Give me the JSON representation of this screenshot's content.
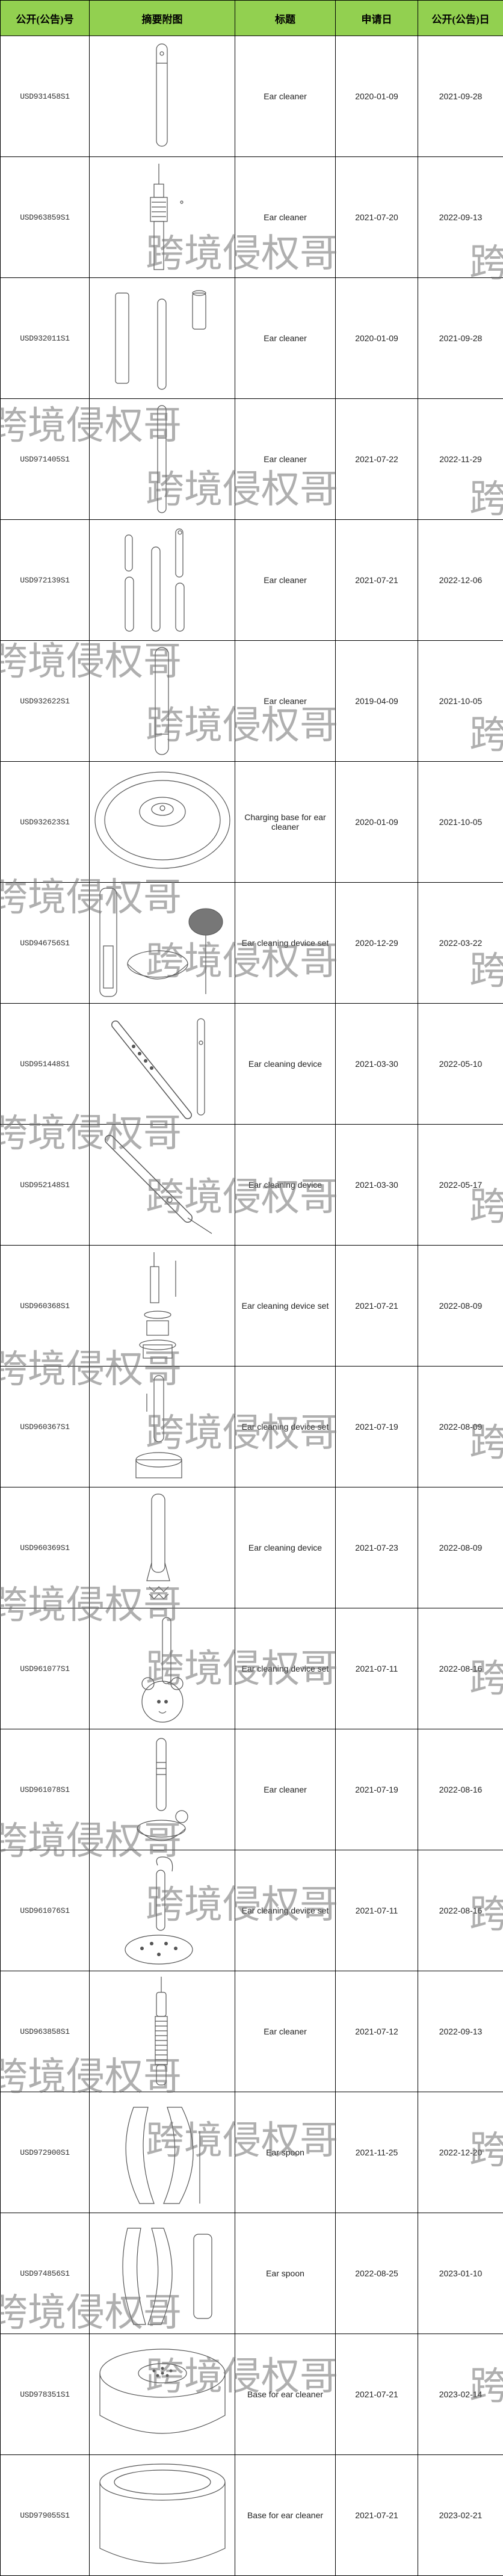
{
  "headers": [
    "公开(公告)号",
    "摘要附图",
    "标题",
    "申请日",
    "公开(公告)日"
  ],
  "watermark": "跨境侵权哥",
  "rows": [
    {
      "pub_no": "USD931458S1",
      "title": "Ear cleaner",
      "app_date": "2020-01-09",
      "pub_date": "2021-09-28",
      "figure": "slim-pen-cleaner-icon"
    },
    {
      "pub_no": "USD963859S1",
      "title": "Ear cleaner",
      "app_date": "2021-07-20",
      "pub_date": "2022-09-13",
      "figure": "probe-with-head-icon"
    },
    {
      "pub_no": "USD932011S1",
      "title": "Ear cleaner",
      "app_date": "2020-01-09",
      "pub_date": "2021-09-28",
      "figure": "three-cylinders-icon"
    },
    {
      "pub_no": "USD971405S1",
      "title": "Ear cleaner",
      "app_date": "2021-07-22",
      "pub_date": "2022-11-29",
      "figure": "thin-stick-icon"
    },
    {
      "pub_no": "USD972139S1",
      "title": "Ear cleaner",
      "app_date": "2021-07-21",
      "pub_date": "2022-12-06",
      "figure": "multi-views-stick-icon"
    },
    {
      "pub_no": "USD932622S1",
      "title": "Ear cleaner",
      "app_date": "2019-04-09",
      "pub_date": "2021-10-05",
      "figure": "single-long-stick-icon"
    },
    {
      "pub_no": "USD932623S1",
      "title": "Charging base for ear cleaner",
      "app_date": "2020-01-09",
      "pub_date": "2021-10-05",
      "figure": "round-charging-base-icon"
    },
    {
      "pub_no": "USD946756S1",
      "title": "Ear cleaning device set",
      "app_date": "2020-12-29",
      "pub_date": "2022-03-22",
      "figure": "device-set-bowl-icon"
    },
    {
      "pub_no": "USD951448S1",
      "title": "Ear cleaning device",
      "app_date": "2021-03-30",
      "pub_date": "2022-05-10",
      "figure": "angled-camera-device-icon"
    },
    {
      "pub_no": "USD952148S1",
      "title": "Ear cleaning device",
      "app_date": "2021-03-30",
      "pub_date": "2022-05-17",
      "figure": "angled-device-icon"
    },
    {
      "pub_no": "USD960368S1",
      "title": "Ear cleaning device set",
      "app_date": "2021-07-21",
      "pub_date": "2022-08-09",
      "figure": "exploded-set-icon"
    },
    {
      "pub_no": "USD960367S1",
      "title": "Ear cleaning device set",
      "app_date": "2021-07-19",
      "pub_date": "2022-08-09",
      "figure": "device-with-dock-icon"
    },
    {
      "pub_no": "USD960369S1",
      "title": "Ear cleaning device",
      "app_date": "2021-07-23",
      "pub_date": "2022-08-09",
      "figure": "device-with-tips-icon"
    },
    {
      "pub_no": "USD961077S1",
      "title": "Ear cleaning device set",
      "app_date": "2021-07-11",
      "pub_date": "2022-08-16",
      "figure": "device-on-base-icon"
    },
    {
      "pub_no": "USD961078S1",
      "title": "Ear cleaner",
      "app_date": "2021-07-19",
      "pub_date": "2022-08-16",
      "figure": "cleaner-with-cup-icon"
    },
    {
      "pub_no": "USD961076S1",
      "title": "Ear cleaning device set",
      "app_date": "2021-07-11",
      "pub_date": "2022-08-16",
      "figure": "curved-probe-set-icon"
    },
    {
      "pub_no": "USD963858S1",
      "title": "Ear cleaner",
      "app_date": "2021-07-12",
      "pub_date": "2022-09-13",
      "figure": "ribbed-handle-icon"
    },
    {
      "pub_no": "USD972900S1",
      "title": "Ear spoon",
      "app_date": "2021-11-25",
      "pub_date": "2022-12-20",
      "figure": "curved-spoon-icon"
    },
    {
      "pub_no": "USD974856S1",
      "title": "Ear spoon",
      "app_date": "2022-08-25",
      "pub_date": "2023-01-10",
      "figure": "spoon-pair-icon"
    },
    {
      "pub_no": "USD978351S1",
      "title": "Base for ear cleaner",
      "app_date": "2021-07-21",
      "pub_date": "2023-02-14",
      "figure": "perforated-base-icon"
    },
    {
      "pub_no": "USD979055S1",
      "title": "Base for ear cleaner",
      "app_date": "2021-07-21",
      "pub_date": "2023-02-21",
      "figure": "cylinder-base-icon"
    }
  ]
}
